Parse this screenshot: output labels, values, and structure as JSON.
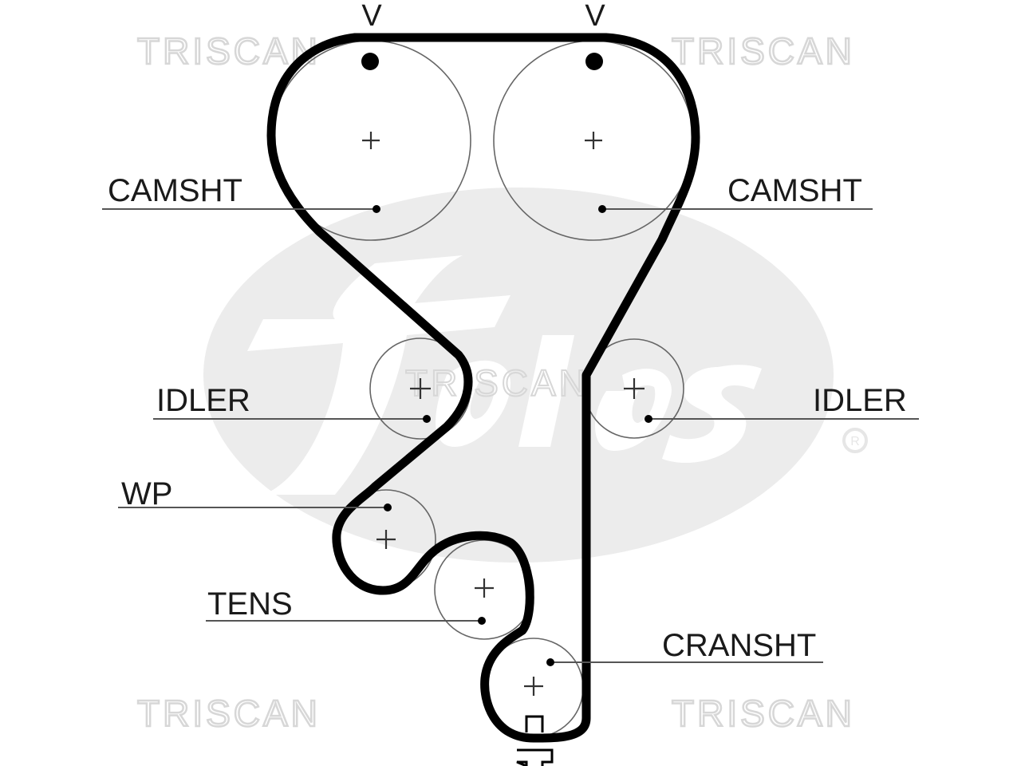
{
  "watermarks": {
    "top_left": "TRISCAN",
    "top_right": "TRISCAN",
    "center": "TRISCAN",
    "bottom_left": "TRISCAN",
    "bottom_right": "TRISCAN",
    "brand_logo": "Gates"
  },
  "timing_marks": {
    "left": "V",
    "right": "V"
  },
  "labels": {
    "camshaft_left": "CAMSHT",
    "camshaft_right": "CAMSHT",
    "idler_left": "IDLER",
    "idler_right": "IDLER",
    "water_pump": "WP",
    "tensioner": "TENS",
    "crankshaft": "CRANSHT"
  },
  "colors": {
    "belt": "#000000",
    "watermark": "#d7d7d7",
    "logo": "#ececec"
  }
}
